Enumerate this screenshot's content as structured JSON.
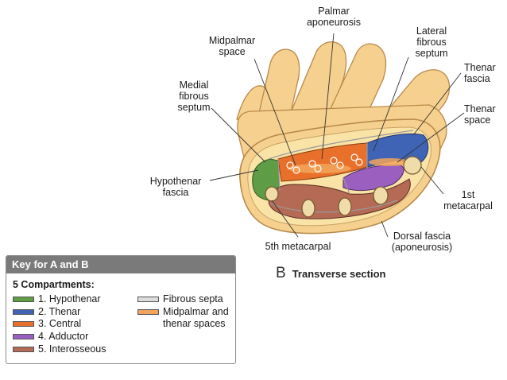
{
  "labels": {
    "palmar_aponeurosis": "Palmar\naponeurosis",
    "lateral_fibrous_septum": "Lateral\nfibrous\nseptum",
    "midpalmar_space": "Midpalmar\nspace",
    "thenar_fascia": "Thenar\nfascia",
    "medial_fibrous_septum": "Medial\nfibrous\nseptum",
    "thenar_space": "Thenar\nspace",
    "hypothenar_fascia": "Hypothenar\nfascia",
    "first_metacarpal": "1st\nmetacarpal",
    "dorsal_fascia": "Dorsal fascia\n(aponeurosis)",
    "fifth_metacarpal": "5th metacarpal"
  },
  "caption": {
    "letter": "B",
    "text": "Transverse section"
  },
  "key": {
    "title": "Key for A and B",
    "subtitle": "5 Compartments:",
    "compartments": [
      {
        "label": "1. Hypothenar",
        "color": "#5e9c45"
      },
      {
        "label": "2. Thenar",
        "color": "#3f63b5"
      },
      {
        "label": "3. Central",
        "color": "#e8702a"
      },
      {
        "label": "4. Adductor",
        "color": "#9b5fc0"
      },
      {
        "label": "5. Interosseous",
        "color": "#b46a55"
      }
    ],
    "other": [
      {
        "label": "Fibrous septa",
        "color": "#dcdcdc"
      },
      {
        "label": "Midpalmar and\nthenar spaces",
        "color": "#f2a45c"
      }
    ]
  },
  "colors": {
    "skin": "#f6d08e",
    "skin_outline": "#b88a4a",
    "fat": "#f9e3a6",
    "bone": "#f0dca8"
  }
}
